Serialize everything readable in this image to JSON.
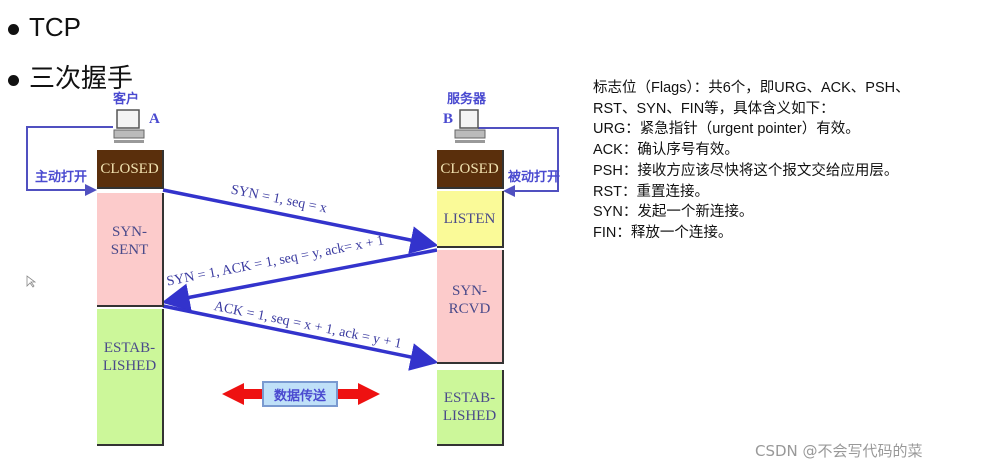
{
  "bullets": [
    "TCP",
    "三次握手"
  ],
  "client": {
    "name": "客户",
    "letter": "A",
    "action": "主动打开",
    "states": [
      "CLOSED",
      "SYN-\nSENT",
      "ESTAB-\nLISHED"
    ]
  },
  "server": {
    "name": "服务器",
    "letter": "B",
    "action": "被动打开",
    "states": [
      "CLOSED",
      "LISTEN",
      "SYN-\nRCVD",
      "ESTAB-\nLISHED"
    ]
  },
  "messages": [
    "SYN = 1, seq = x",
    "SYN = 1, ACK = 1, seq = y, ack= x + 1",
    "ACK = 1, seq = x + 1, ack = y + 1"
  ],
  "data_transfer": "数据传送",
  "colors": {
    "arrow": "#3333cc",
    "closed": "#5a2f0c",
    "pink": "#fccbcb",
    "yellow": "#fafa98",
    "green": "#ccf79a",
    "data_arrow": "#ee1111"
  },
  "flags": [
    "标志位（Flags）：共6个，即URG、ACK、PSH、",
    "RST、SYN、FIN等，具体含义如下：",
    "URG：紧急指针（urgent pointer）有效。",
    "ACK：确认序号有效。",
    "PSH：接收方应该尽快将这个报文交给应用层。",
    "RST：重置连接。",
    "SYN：发起一个新连接。",
    "FIN：释放一个连接。"
  ],
  "watermark": "CSDN @不会写代码的菜"
}
